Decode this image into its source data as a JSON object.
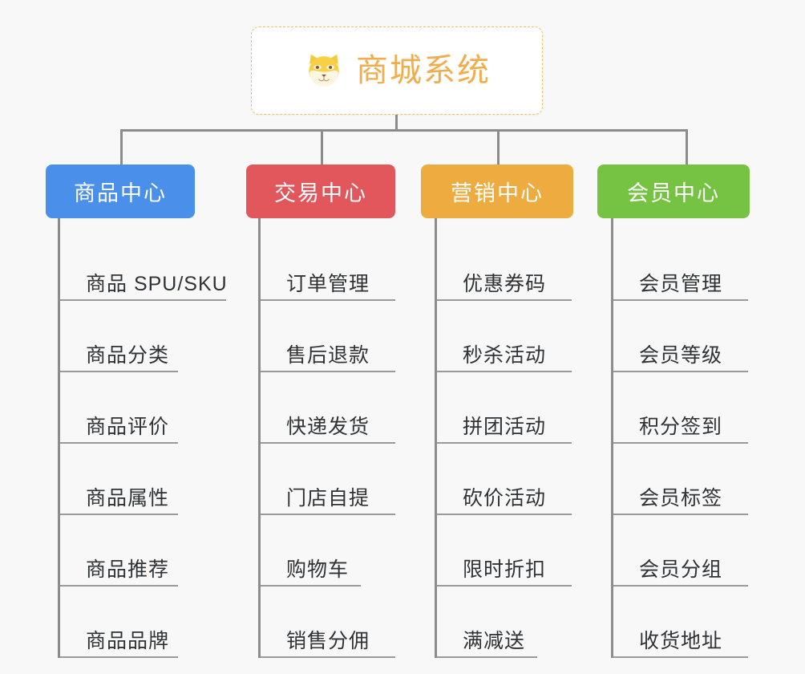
{
  "page": {
    "background_color": "#f8f8f8",
    "diagram_type": "mind-map-tree"
  },
  "root": {
    "title": "商城系统",
    "icon": "dog-face-icon",
    "text_color": "#f0ad4e",
    "border_color": "#f0bf62",
    "background_color": "#ffffff"
  },
  "branches": [
    {
      "label": "商品中心",
      "color": "#4a90ea",
      "items": [
        "商品 SPU/SKU",
        "商品分类",
        "商品评价",
        "商品属性",
        "商品推荐",
        "商品品牌"
      ]
    },
    {
      "label": "交易中心",
      "color": "#e2575c",
      "items": [
        "订单管理",
        "售后退款",
        "快递发货",
        "门店自提",
        "购物车",
        "销售分佣"
      ]
    },
    {
      "label": "营销中心",
      "color": "#eeab40",
      "items": [
        "优惠券码",
        "秒杀活动",
        "拼团活动",
        "砍价活动",
        "限时折扣",
        "满减送"
      ]
    },
    {
      "label": "会员中心",
      "color": "#76c344",
      "items": [
        "会员管理",
        "会员等级",
        "积分签到",
        "会员标签",
        "会员分组",
        "收货地址"
      ]
    }
  ]
}
